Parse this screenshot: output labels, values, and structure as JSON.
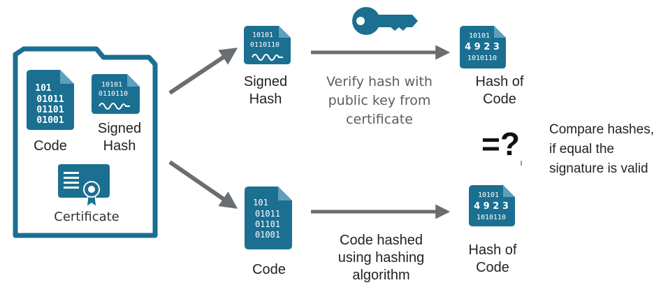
{
  "colors": {
    "accent": "#1b6f91",
    "accent_dark": "#155b78",
    "arrow": "#6b6e71",
    "text": "#222222"
  },
  "folder": {
    "code_lines": [
      "101",
      "01011",
      "01101",
      "01001"
    ],
    "code_label": "Code",
    "signed_lines": [
      "10101",
      "0110110"
    ],
    "signed_label": "Signed\nHash",
    "certificate_label": "Certificate"
  },
  "top": {
    "signed_lines": [
      "10101",
      "0110110"
    ],
    "signed_label": "Signed\nHash",
    "key_icon": "key-icon",
    "verify_text": "Verify hash with\npublic key from\ncertificate",
    "hash_lines": [
      "10101",
      "4 9 2 3",
      "1010110"
    ],
    "hash_label": "Hash of\nCode"
  },
  "bottom": {
    "code_lines": [
      "101",
      "01011",
      "01101",
      "01001"
    ],
    "code_label": "Code",
    "hashed_text": "Code hashed\nusing hashing\nalgorithm",
    "hash_lines": [
      "10101",
      "4 9 2 3",
      "1010110"
    ],
    "hash_label": "Hash of\nCode"
  },
  "compare": {
    "symbol": "=?",
    "text": "Compare hashes,\nif equal the\nsignature is valid"
  }
}
